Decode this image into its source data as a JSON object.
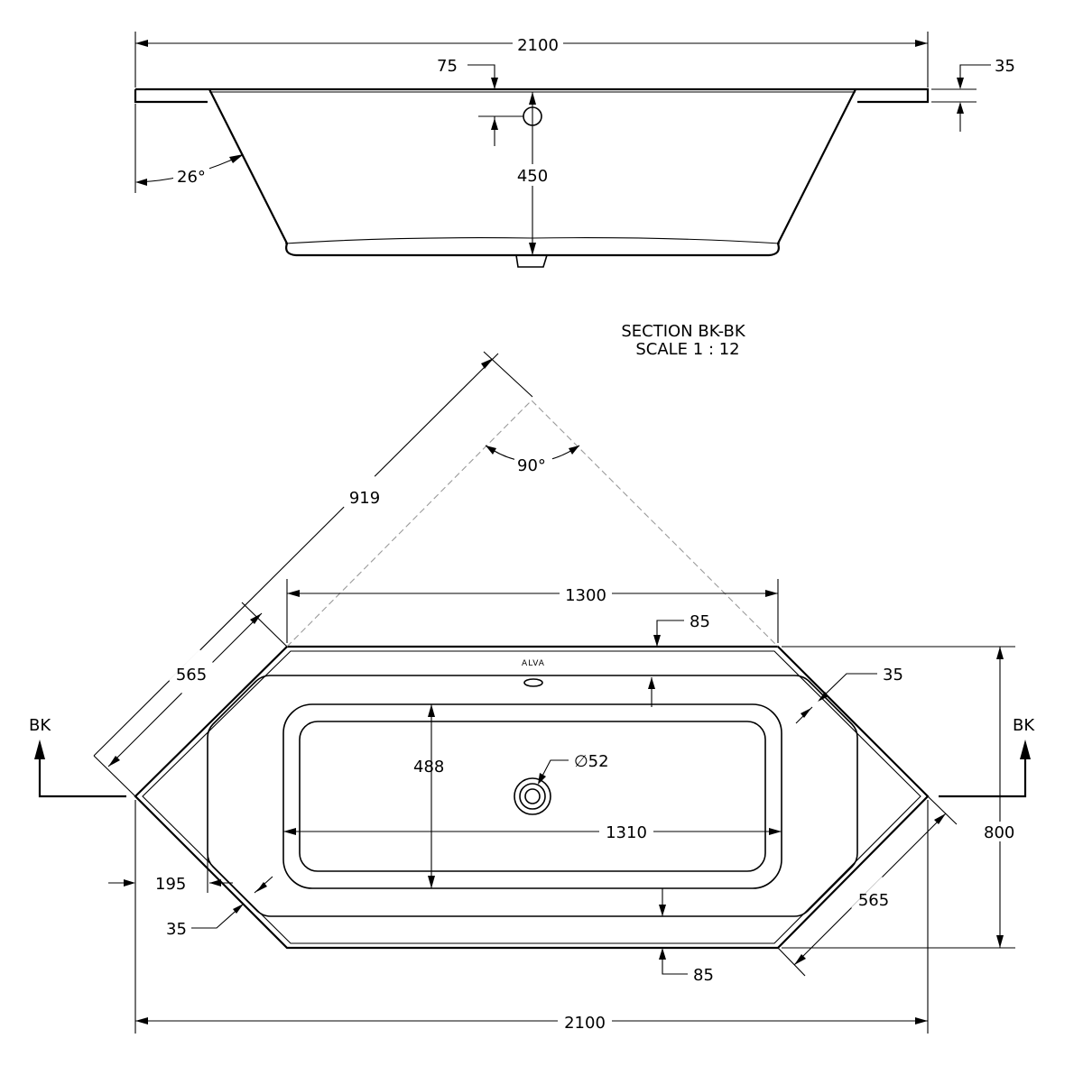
{
  "section": {
    "title": "SECTION BK-BK",
    "scale": "SCALE 1 : 12",
    "dims": {
      "overall_width": "2100",
      "offset_75": "75",
      "rim_35": "35",
      "angle": "26°",
      "depth": "450"
    }
  },
  "plan": {
    "logo": "ALVA",
    "section_marker": "BK",
    "dims": {
      "diag_919": "919",
      "corner_angle": "90°",
      "top_1300": "1300",
      "rim_85_top": "85",
      "diag_565_left": "565",
      "rim_35_right": "35",
      "width_488": "488",
      "waste_dia": "∅52",
      "length_1310": "1310",
      "depth_800": "800",
      "inset_195": "195",
      "rim_35_left": "35",
      "diag_565_right": "565",
      "rim_85_bottom": "85",
      "overall_2100": "2100"
    }
  }
}
